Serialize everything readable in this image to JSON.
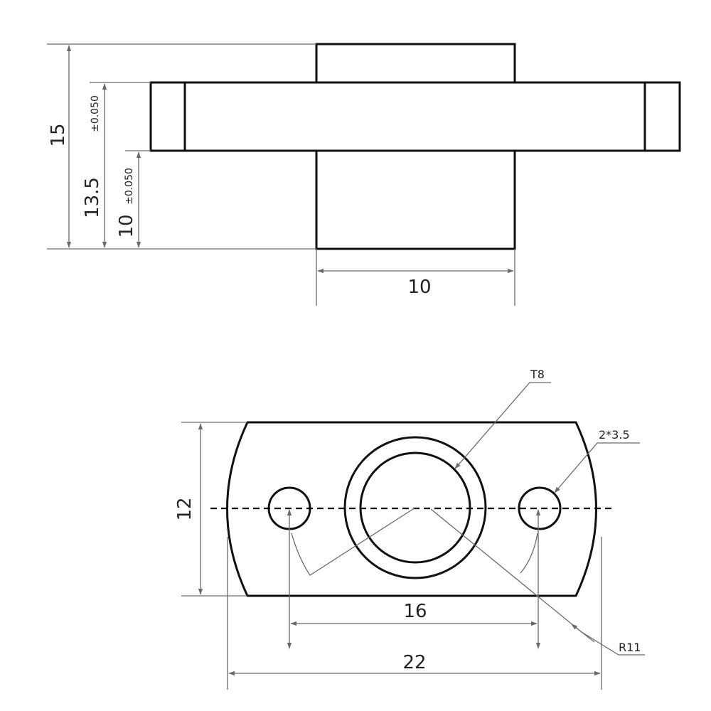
{
  "side_view": {
    "dim_total_height": "15",
    "dim_mid_height": "13.5",
    "dim_low_height": "10",
    "dim_width": "10",
    "tol_mid": "±0.050",
    "tol_low": "±0.050"
  },
  "top_view": {
    "dim_height": "12",
    "dim_hole_spacing": "16",
    "dim_total_width": "22",
    "label_thread": "T8",
    "label_holes": "2*3.5",
    "label_radius": "R11"
  },
  "colors": {
    "line": "#111111",
    "dimension": "#6a6a6a",
    "background": "#ffffff"
  }
}
